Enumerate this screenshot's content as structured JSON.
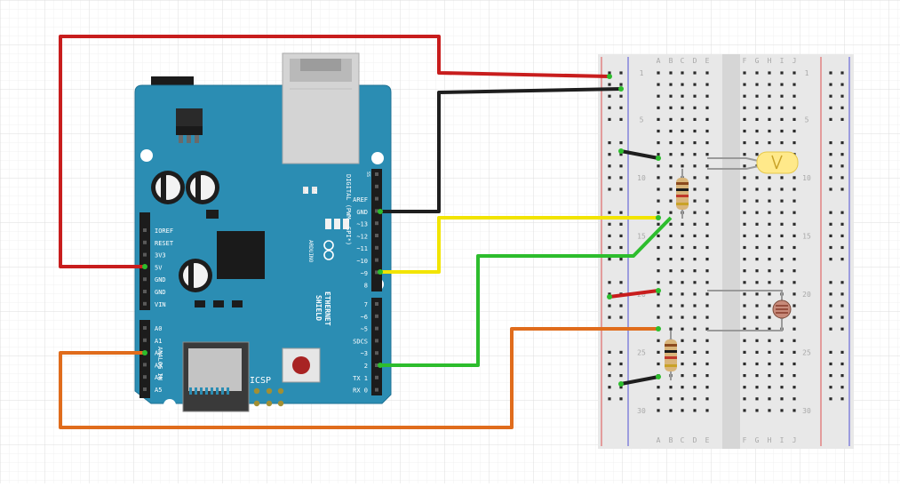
{
  "board": {
    "name_top": "ETHERNET",
    "name_bottom": "SHIELD",
    "brand": "ARDUINO",
    "digital_label": "DIGITAL (PWM~ SPI*)",
    "analog_label": "ANALOG IN",
    "icsp_label": "ICSP",
    "sdcs_label": "SDCS",
    "ss_label": "SS",
    "led_labels": [
      "RX",
      "TX"
    ],
    "power_pins": [
      "IOREF",
      "RESET",
      "3V3",
      "5V",
      "GND",
      "GND",
      "VIN"
    ],
    "analog_pins": [
      "A0",
      "A1",
      "A2",
      "A3",
      "A4",
      "A5"
    ],
    "digital_upper": [
      "AREF",
      "GND",
      "~13",
      "~12",
      "~11",
      "~10",
      "~9",
      "8"
    ],
    "digital_lower": [
      "7",
      "~6",
      "~5",
      "SDCS",
      "~3",
      "2",
      "TX 1",
      "RX 0"
    ]
  },
  "breadboard": {
    "columns_left": [
      "A",
      "B",
      "C",
      "D",
      "E"
    ],
    "columns_right": [
      "F",
      "G",
      "H",
      "I",
      "J"
    ],
    "row_numbers": [
      "1",
      "5",
      "10",
      "15",
      "20",
      "25",
      "30"
    ]
  },
  "colors": {
    "red_wire": "#c81d1d",
    "black_wire": "#1e1e1e",
    "yellow_wire": "#f2e400",
    "green_wire": "#2dbd2d",
    "orange_wire": "#e06c1c",
    "board": "#2b8db3",
    "breadboard": "#e8e8e8"
  }
}
